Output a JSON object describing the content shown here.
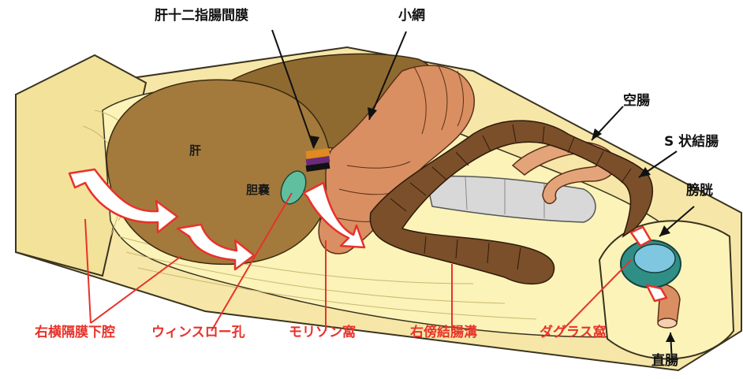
{
  "colors": {
    "cavity": "#fbf3b8",
    "cavity_edge": "#3a3320",
    "wall": "#f6e7a8",
    "liver": "#a37a3c",
    "liver_shadow": "#7e5a26",
    "small_intestine": "#d98f62",
    "colon": "#7a4f2a",
    "gallbladder": "#5fbf9f",
    "bladder": "#2f8f86",
    "duodenum_band": "#6a2b7a",
    "kidney": "#d8d8d8",
    "arrow_fill": "#ffffff",
    "arrow_stroke": "#e8322a",
    "red_label": "#e8322a",
    "black_label": "#111111"
  },
  "labels": {
    "hepatoduodenal_ligament": "肝十二指腸間膜",
    "lesser_omentum": "小網",
    "jejunum": "空腸",
    "sigmoid_colon": "S 状結腸",
    "bladder": "膀胱",
    "rectum": "直腸",
    "liver": "肝",
    "gallbladder": "胆嚢",
    "right_subphrenic_space": "右横隔膜下腔",
    "foramen_of_winslow": "ウィンスロー孔",
    "morison_pouch": "モリソン窩",
    "right_paracolic_gutter": "右傍結腸溝",
    "douglas_pouch": "ダグラス窩"
  }
}
